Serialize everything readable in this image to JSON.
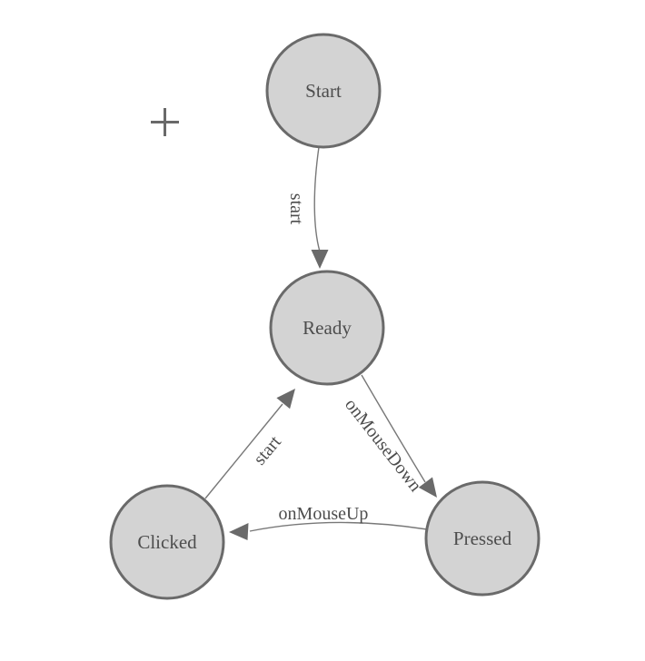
{
  "diagram": {
    "type": "state-machine",
    "nodes": [
      {
        "id": "start",
        "label": "Start"
      },
      {
        "id": "ready",
        "label": "Ready"
      },
      {
        "id": "clicked",
        "label": "Clicked"
      },
      {
        "id": "pressed",
        "label": "Pressed"
      }
    ],
    "edges": [
      {
        "from": "start",
        "to": "ready",
        "label": "start"
      },
      {
        "from": "ready",
        "to": "pressed",
        "label": "onMouseDown"
      },
      {
        "from": "pressed",
        "to": "clicked",
        "label": "onMouseUp"
      },
      {
        "from": "clicked",
        "to": "ready",
        "label": "start"
      }
    ],
    "icons": {
      "crosshair": "+"
    },
    "colors": {
      "node_fill": "#d3d3d3",
      "node_stroke": "#6a6a6a",
      "edge_stroke": "#787878",
      "arrow_fill": "#6a6a6a",
      "label_text": "#4d4d4d",
      "background": "#ffffff"
    }
  }
}
